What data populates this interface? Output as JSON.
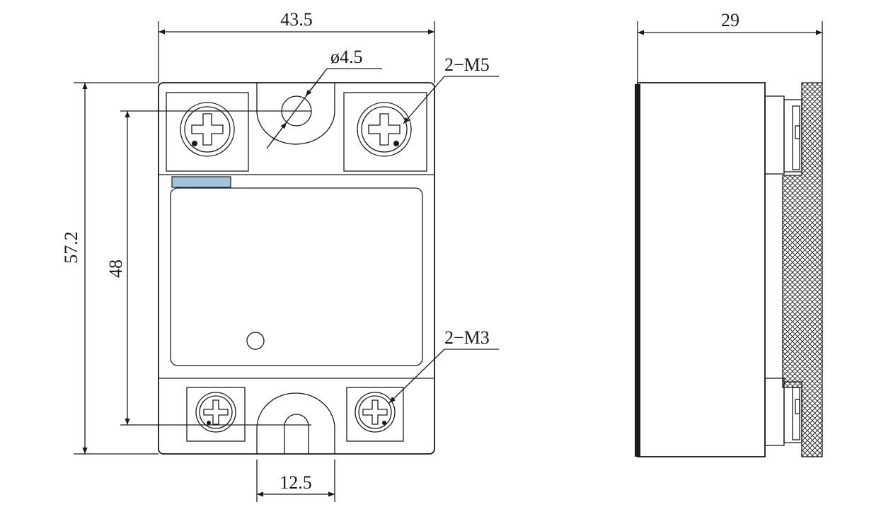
{
  "dimensions": {
    "front_width": "43.5",
    "overall_height": "57.2",
    "hole_spacing": "48",
    "mount_hole_diameter": "ø4.5",
    "slot_width": "12.5",
    "side_depth": "29"
  },
  "callouts": {
    "main_terminals": "2−M5",
    "control_terminals": "2−M3"
  },
  "colors": {
    "line": "#1a1a1a",
    "indicator": "#9fc4dd",
    "background": "#ffffff"
  }
}
